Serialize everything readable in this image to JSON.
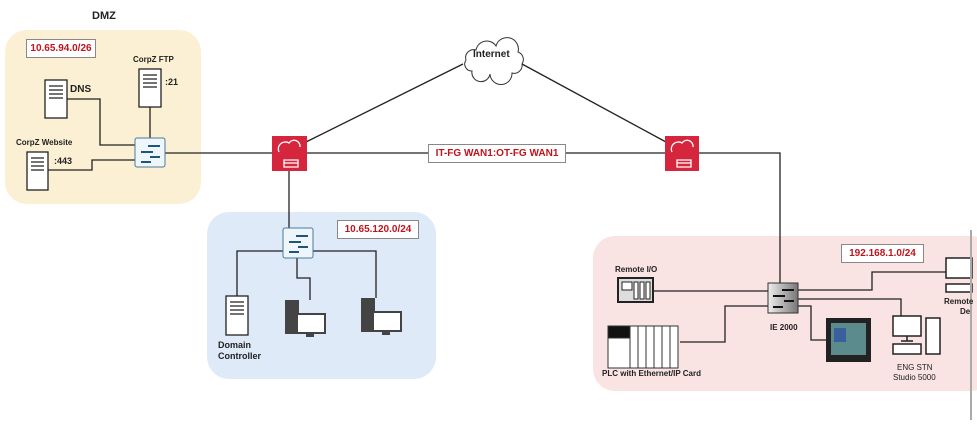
{
  "dmz": {
    "title": "DMZ",
    "subnet": "10.65.94.0/26",
    "dns": "DNS",
    "ftp": "CorpZ FTP",
    "ftp_port": ":21",
    "website": "CorpZ Website",
    "website_port": ":443"
  },
  "internet": "Internet",
  "wan_link": "IT-FG WAN1:OT-FG WAN1",
  "it_lan": {
    "subnet": "10.65.120.0/24",
    "dc": "Domain Controller"
  },
  "ot_lan": {
    "subnet": "192.168.1.0/24",
    "remote_io": "Remote I/O",
    "plc": "PLC with Ethernet/IP Card",
    "switch": "IE 2000",
    "eng": "ENG STN",
    "eng_sw": "Studio 5000",
    "remote": "Remote",
    "remote2": "De"
  },
  "colors": {
    "firewall": "#d6263d",
    "dmz_zone": "#fcf0d4",
    "it_zone": "#dde9f8",
    "ot_zone": "#f9e3e3",
    "subnet_text": "#c0141c"
  }
}
